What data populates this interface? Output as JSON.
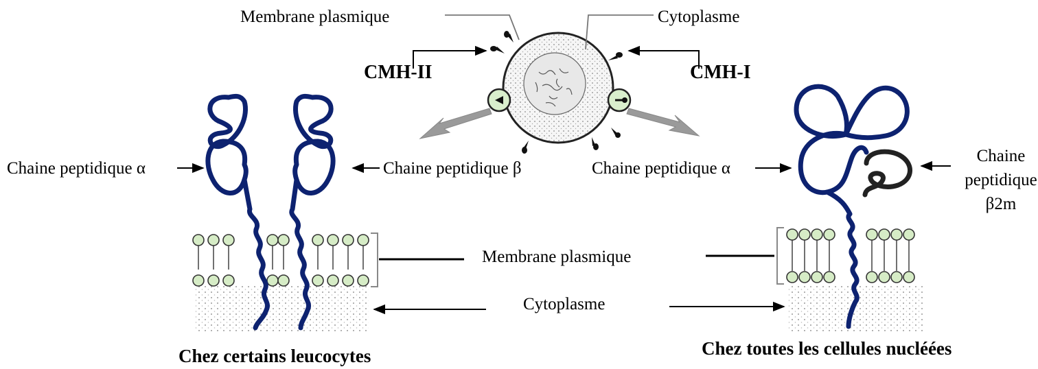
{
  "labels": {
    "top_membrane": "Membrane plasmique",
    "top_cytoplasm": "Cytoplasme",
    "cmh2": "CMH-II",
    "cmh1": "CMH-I",
    "left_alpha": "Chaine peptidique α",
    "left_beta": "Chaine peptidique β",
    "right_alpha": "Chaine peptidique α",
    "right_b2m_line1": "Chaine",
    "right_b2m_line2": "peptidique",
    "right_b2m_line3": "β2m",
    "middle_membrane": "Membrane plasmique",
    "middle_cytoplasm": "Cytoplasme",
    "caption_left": "Chez certains leucocytes",
    "caption_right": "Chez toutes les cellules nucléées"
  },
  "colors": {
    "chain": "#0d2270",
    "b2m_chain": "#222222",
    "lipid_head": "#d6ecc6",
    "cell_fill": "#f4f4f4"
  }
}
